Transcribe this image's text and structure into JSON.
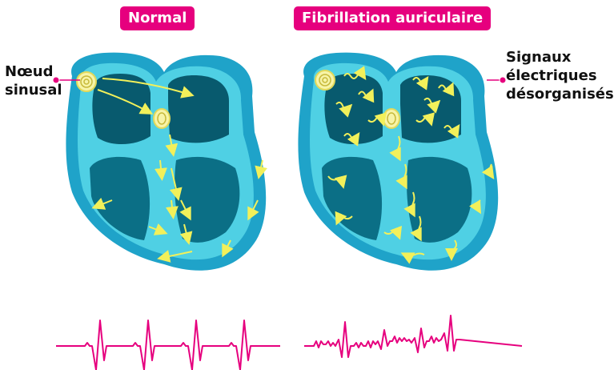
{
  "titles": {
    "normal": "Normal",
    "fibrillation": "Fibrillation auriculaire"
  },
  "labels": {
    "node_line1": "Nœud",
    "node_line2": "sinusal",
    "signals_line1": "Signaux",
    "signals_line2": "électriques",
    "signals_line3": "désorganisés"
  },
  "colors": {
    "heart_outer": "#1fa3c9",
    "heart_wall": "#4fd0e4",
    "heart_inner": "#0b6f86",
    "chamber": "#085a6e",
    "signal": "#f2f05a",
    "accent": "#e6007e",
    "ecg": "#e6007e",
    "text": "#111111"
  },
  "icons": [
    "sinus-node-icon",
    "av-node-icon",
    "signal-arrow-icon",
    "squiggle-signal-icon",
    "label-pointer-icon"
  ]
}
